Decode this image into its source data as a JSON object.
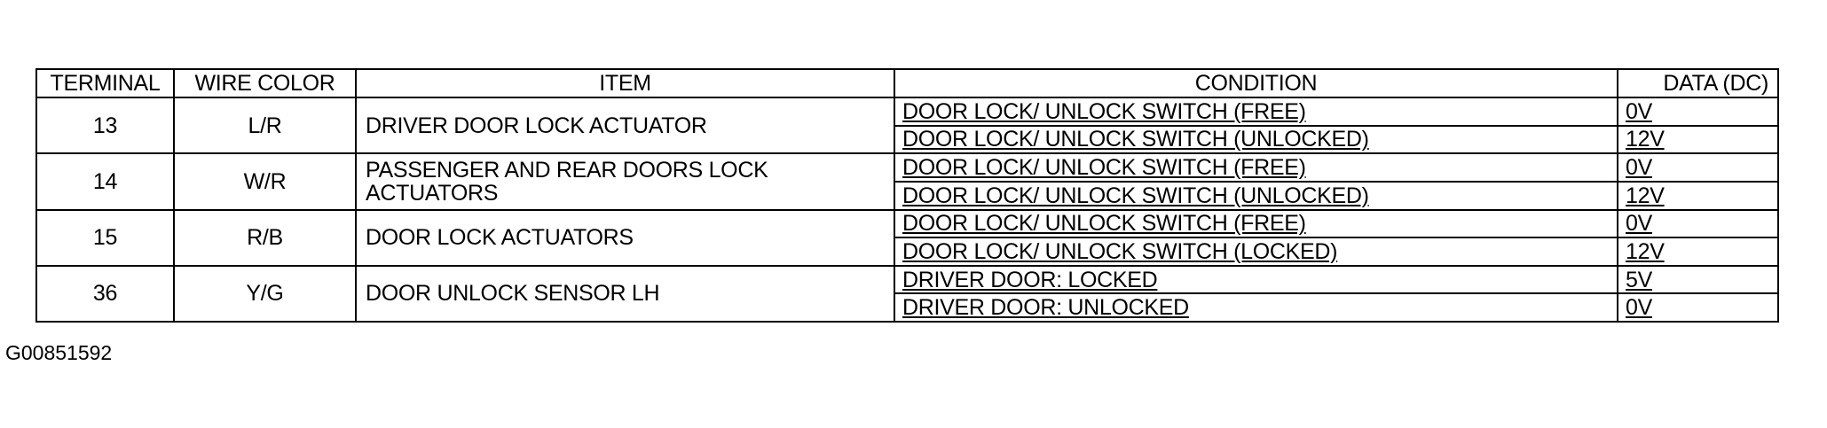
{
  "table": {
    "headers": {
      "terminal": "TERMINAL",
      "wire_color": "WIRE COLOR",
      "item": "ITEM",
      "condition": "CONDITION",
      "data": "DATA (DC)"
    },
    "rows": [
      {
        "terminal": "13",
        "wire_color": "L/R",
        "item": "DRIVER DOOR LOCK ACTUATOR",
        "conditions": [
          {
            "condition": "DOOR LOCK/ UNLOCK SWITCH (FREE)",
            "data": "0V"
          },
          {
            "condition": "DOOR LOCK/ UNLOCK SWITCH (UNLOCKED)",
            "data": "12V"
          }
        ]
      },
      {
        "terminal": "14",
        "wire_color": "W/R",
        "item": "PASSENGER AND REAR DOORS LOCK ACTUATORS",
        "conditions": [
          {
            "condition": "DOOR LOCK/ UNLOCK SWITCH (FREE)",
            "data": "0V"
          },
          {
            "condition": "DOOR LOCK/ UNLOCK SWITCH (UNLOCKED)",
            "data": "12V"
          }
        ]
      },
      {
        "terminal": "15",
        "wire_color": "R/B",
        "item": "DOOR LOCK ACTUATORS",
        "conditions": [
          {
            "condition": "DOOR LOCK/ UNLOCK SWITCH (FREE)",
            "data": "0V"
          },
          {
            "condition": "DOOR LOCK/ UNLOCK SWITCH (LOCKED)",
            "data": "12V"
          }
        ]
      },
      {
        "terminal": "36",
        "wire_color": "Y/G",
        "item": "DOOR UNLOCK SENSOR LH",
        "conditions": [
          {
            "condition": "DRIVER DOOR: LOCKED",
            "data": "5V"
          },
          {
            "condition": "DRIVER DOOR: UNLOCKED",
            "data": "0V"
          }
        ]
      }
    ]
  },
  "footer": {
    "figure_id": "G00851592"
  }
}
